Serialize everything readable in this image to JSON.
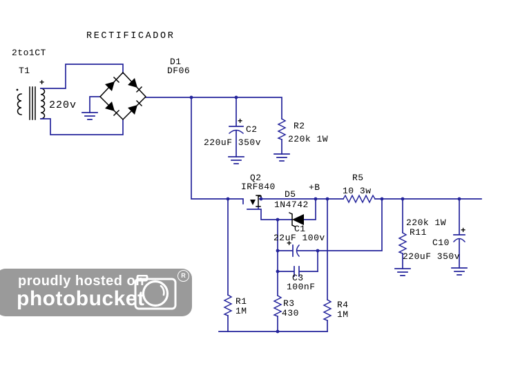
{
  "labels": {
    "title": "RECTIFICADOR",
    "xfmr_ratio": "2to1CT",
    "xfmr_ref": "T1",
    "xfmr_v": "220v",
    "bridge_ref": "D1",
    "bridge_part": "DF06",
    "c2_ref": "C2",
    "c2_val": "220uF 350v",
    "r2_ref": "R2",
    "r2_val": "220k 1W",
    "q2_ref": "Q2",
    "q2_part": "IRF840",
    "d5_ref": "D5",
    "d5_part": "1N4742",
    "bplus": "+B",
    "r5_ref": "R5",
    "r5_val": "10 3w",
    "c1_ref": "C1",
    "c1_val": "22uF 100v",
    "c3_ref": "C3",
    "c3_val": "100nF",
    "r1_ref": "R1",
    "r1_val": "1M",
    "r3_ref": "R3",
    "r3_val": "430",
    "r4_ref": "R4",
    "r4_val": "1M",
    "r11_val": "220k 1W",
    "r11_ref": "R11",
    "c10_ref": "C10",
    "c10_val": "220uF 350v",
    "plus": "+"
  },
  "watermark": {
    "line1": "proudly hosted on",
    "line2": "photobucket",
    "registered": "R"
  },
  "colors": {
    "wire": "#23239b",
    "glyph": "#000000",
    "text": "#000000",
    "watermark_bg": "#9a9a9a",
    "watermark_text": "#ffffff",
    "background": "#ffffff"
  }
}
